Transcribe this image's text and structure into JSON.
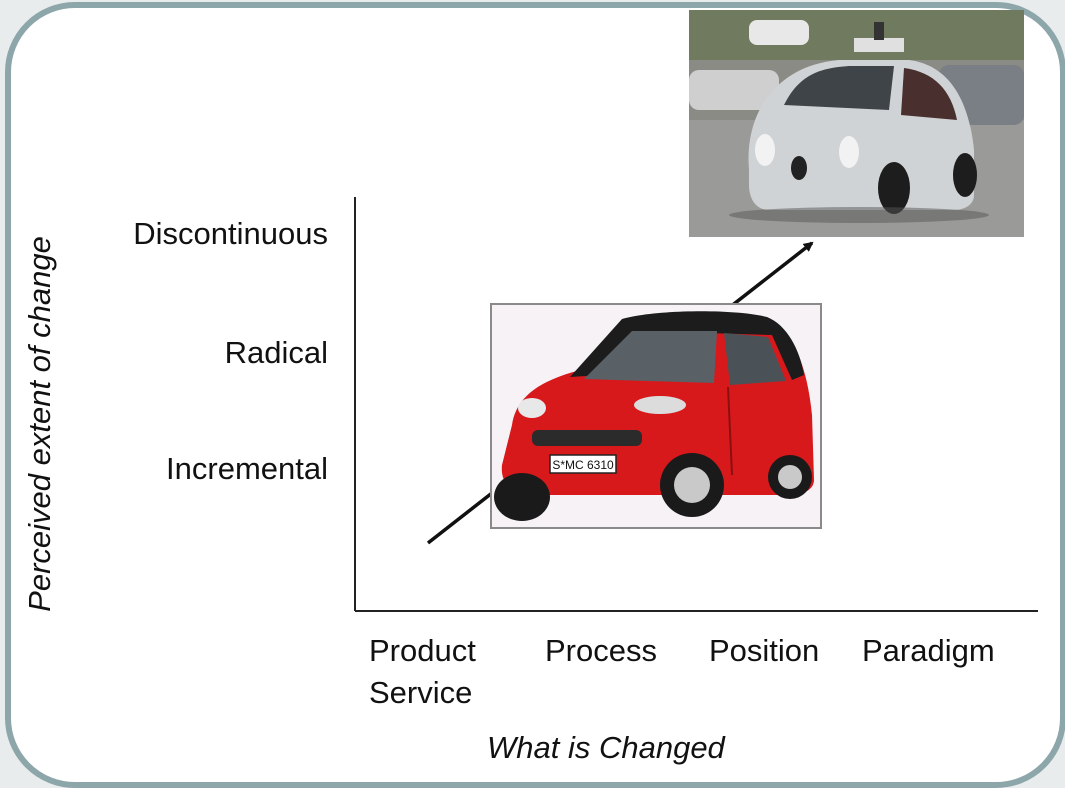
{
  "y_axis": {
    "title": "Perceived extent of change",
    "levels": [
      "Discontinuous",
      "Radical",
      "Incremental"
    ]
  },
  "x_axis": {
    "title": "What is Changed",
    "categories": [
      "Product\nService",
      "Process",
      "Position",
      "Paradigm"
    ]
  },
  "images": {
    "small_car_plate": "S*MC 6310"
  },
  "colors": {
    "frame_border": "#8da6aa",
    "small_car_body": "#d7191c",
    "self_driving_car_body": "#cfd2d4"
  }
}
